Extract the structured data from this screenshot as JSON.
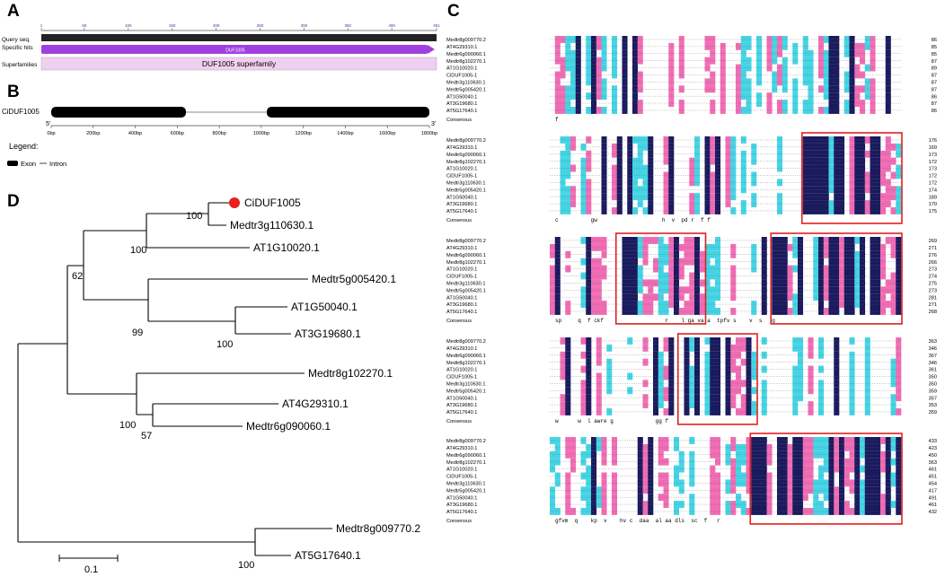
{
  "panel_letters": {
    "a": "A",
    "b": "B",
    "c": "C",
    "d": "D"
  },
  "panel_a": {
    "labels": [
      "Query seq.",
      "Specific hits",
      "Superfamilies"
    ],
    "scale_ticks": [
      "1",
      "50",
      "100",
      "150",
      "200",
      "250",
      "300",
      "350",
      "400",
      "451"
    ],
    "specific_hit": "DUF1005",
    "superfamily": "DUF1005 superfamily",
    "colors": {
      "query": "#222222",
      "hit": "#a040e0",
      "superfamily": "#f0d0f0"
    }
  },
  "panel_b": {
    "gene": "CiDUF1005",
    "end5": "5'",
    "end3": "3'",
    "ticks": [
      "0bp",
      "200bp",
      "400bp",
      "600bp",
      "800bp",
      "1000bp",
      "1200bp",
      "1400bp",
      "1600bp",
      "1800bp"
    ],
    "legend_title": "Legend:",
    "legend_exon": "Exon",
    "legend_intron": "Intron"
  },
  "panel_d": {
    "taxa": [
      "CiDUF1005",
      "Medtr3g110630.1",
      "AT1G10020.1",
      "Medtr5g005420.1",
      "AT1G50040.1",
      "AT3G19680.1",
      "Medtr8g102270.1",
      "AT4G29310.1",
      "Medtr6g090060.1",
      "Medtr8g009770.2",
      "AT5G17640.1"
    ],
    "bootstrap": [
      "100",
      "100",
      "62",
      "99",
      "100",
      "100",
      "57",
      "100"
    ],
    "scale": "0.1",
    "highlight_color": "#e8201e"
  },
  "panel_c": {
    "sequences": [
      "Medtr8g009770.2",
      "AT4G29310.1",
      "Medtr6g090060.1",
      "Medtr8g102270.1",
      "AT1G10020.1",
      "CiDUF1005-1",
      "Medtr3g110630.1",
      "Medtr5g005420.1",
      "AT1G50040.1",
      "AT3G19680.1",
      "AT5G17640.1"
    ],
    "consensus_label": "Consensus",
    "blocks": [
      {
        "ends": [
          "86",
          "85",
          "85",
          "87",
          "89",
          "87",
          "87",
          "87",
          "86",
          "87",
          "86"
        ],
        "consensus": "f"
      },
      {
        "ends": [
          "176",
          "169",
          "173",
          "172",
          "173",
          "172",
          "172",
          "174",
          "189",
          "170",
          "175"
        ],
        "consensus": "c          gw                    h  v  pd r  f f"
      },
      {
        "ends": [
          "269",
          "271",
          "276",
          "266",
          "273",
          "274",
          "275",
          "273",
          "281",
          "271",
          "268"
        ],
        "consensus": "sp     q  f ckf                   r    l ga va a  tpfv s    v  s   g"
      },
      {
        "ends": [
          "363",
          "346",
          "367",
          "346",
          "361",
          "350",
          "350",
          "359",
          "357",
          "353",
          "359"
        ],
        "consensus": "w      w  l awre g             gg f"
      },
      {
        "ends": [
          "433",
          "423",
          "450",
          "363",
          "461",
          "451",
          "454",
          "417",
          "491",
          "461",
          "432"
        ],
        "consensus": "gfvm  q    kp  v    hv c  daa  al aa dls  sc  f   r"
      }
    ],
    "colors": {
      "identical": "#1a1a5e",
      "high": "#f06cb4",
      "medium": "#44d4e4",
      "box": "#e02020"
    }
  }
}
